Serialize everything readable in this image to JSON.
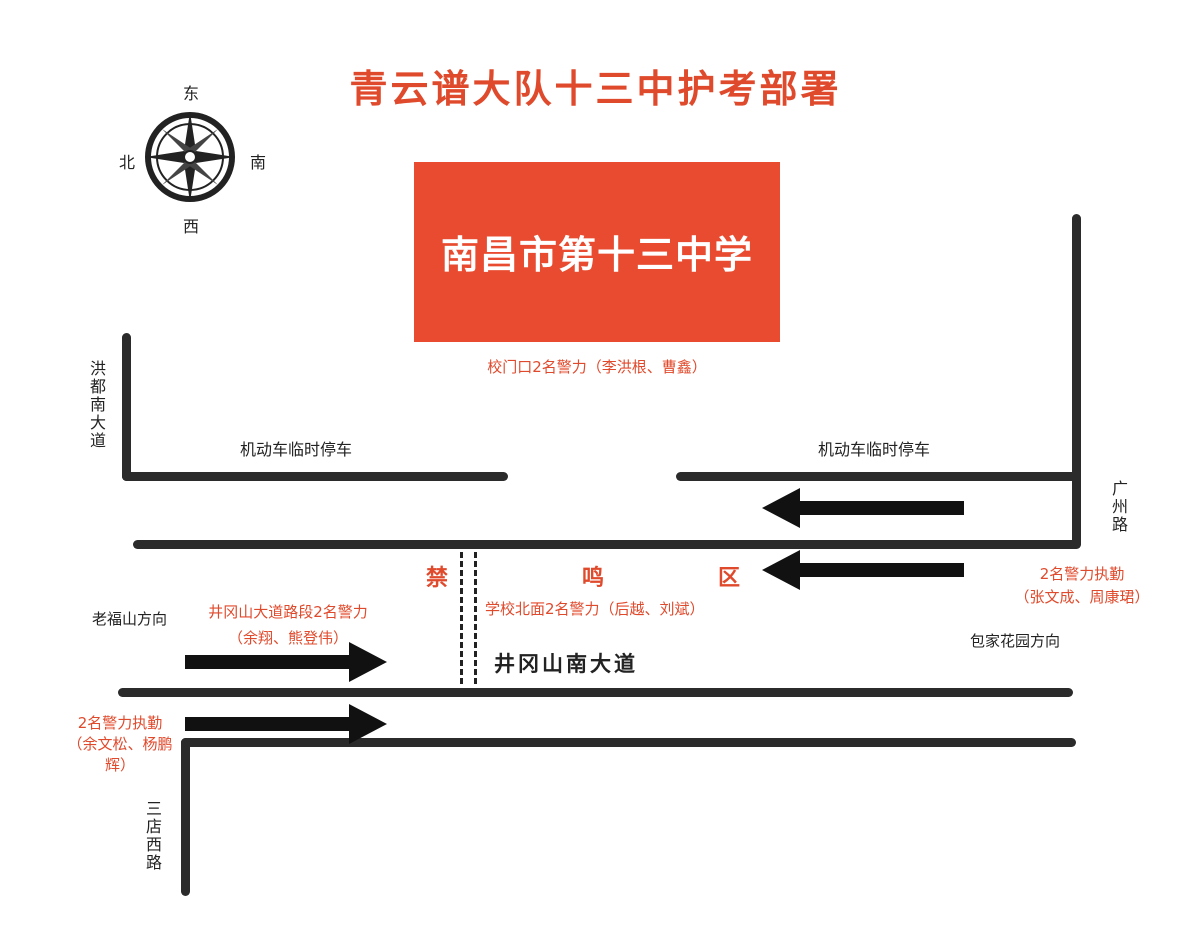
{
  "title": "青云谱大队十三中护考部署",
  "school": "南昌市第十三中学",
  "compass": {
    "east": "东",
    "west": "西",
    "south": "南",
    "north": "北"
  },
  "roads": {
    "hongdu": "洪都南大道",
    "guangzhou": "广州路",
    "jinggangshan": "井冈山南大道",
    "sandian": "三店西路"
  },
  "parking_left": "机动车临时停车",
  "parking_right": "机动车临时停车",
  "gate_police": "校门口2名警力（李洪根、曹鑫）",
  "no_honk": [
    "禁",
    "鸣",
    "区"
  ],
  "north_side_police": "学校北面2名警力（后越、刘斌）",
  "road_section_police": {
    "line1": "井冈山大道路段2名警力",
    "line2": "（余翔、熊登伟）"
  },
  "right_police": {
    "line1": "2名警力执勤",
    "line2": "（张文成、周康珺）"
  },
  "left_police": {
    "line1": "2名警力执勤",
    "line2": "（余文松、杨鹏辉）"
  },
  "direction_west": "老福山方向",
  "direction_east": "包家花园方向"
}
